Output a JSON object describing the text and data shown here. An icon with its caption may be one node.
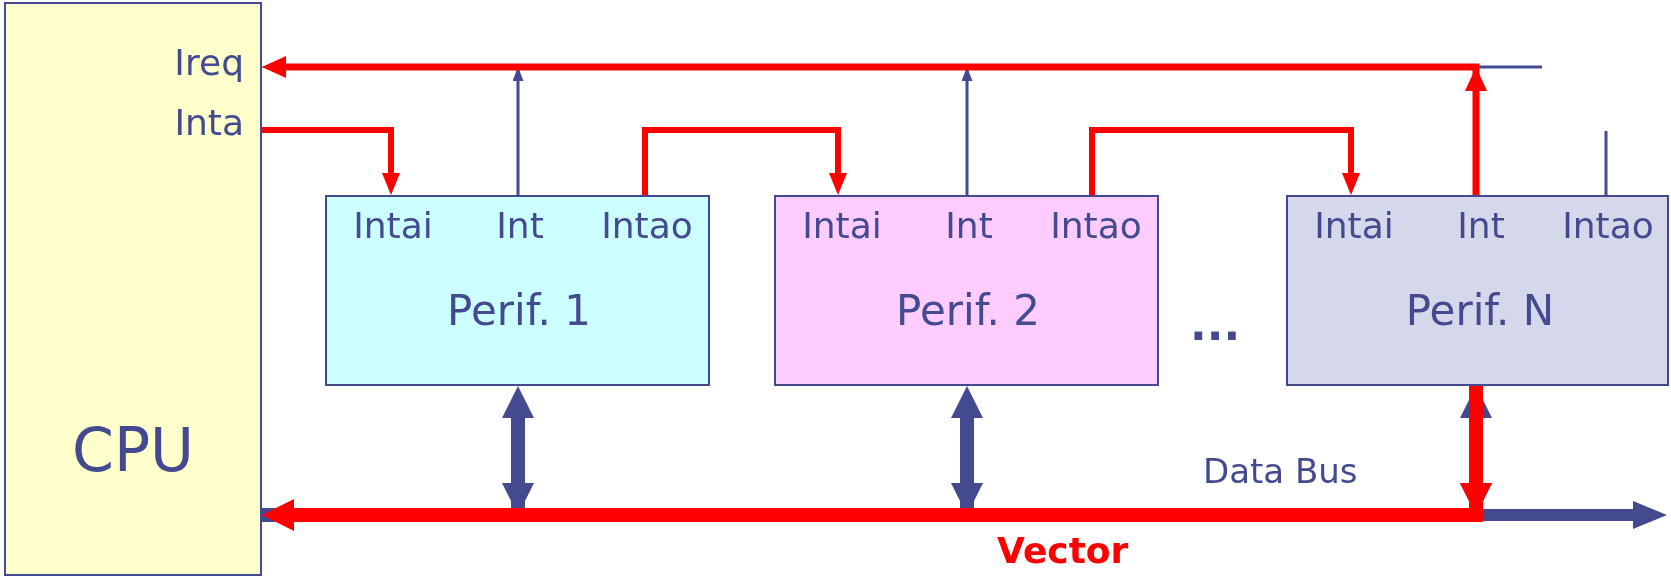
{
  "diagram": {
    "nodes": [
      {
        "text": [
          "Ireq",
          "Inta",
          "CPU"
        ]
      },
      {
        "text": [
          "Intai",
          "Int",
          "Intao",
          "Perif. 1"
        ]
      },
      {
        "text": [
          "Intai",
          "Int",
          "Intao",
          "Perif. 2"
        ]
      },
      {
        "text": [
          "Intai",
          "Int",
          "Intao",
          "Perif. N"
        ]
      }
    ],
    "edges": [
      {
        "from": 3,
        "to": 0,
        "arrow": "to",
        "color": "#ff0000"
      },
      {
        "from": 1,
        "to": 0,
        "arrow": "to",
        "color": "#434a8f"
      },
      {
        "from": 2,
        "to": 0,
        "arrow": "to",
        "color": "#434a8f"
      },
      {
        "from": 0,
        "to": 1,
        "arrow": "to",
        "color": "#ff0000"
      },
      {
        "from": 1,
        "to": 2,
        "arrow": "to",
        "color": "#ff0000"
      },
      {
        "from": 2,
        "to": 3,
        "arrow": "to",
        "color": "#ff0000"
      },
      {
        "from": 3,
        "to": null,
        "arrow": "none",
        "color": "#434a8f"
      },
      {
        "from": 0,
        "to": null,
        "arrow": "to",
        "style": "thick",
        "color": "#434a8f"
      },
      {
        "from": 0,
        "to": 1,
        "arrow": "to",
        "style": "thick",
        "color": "#434a8f"
      },
      {
        "from": 0,
        "to": 2,
        "arrow": "to",
        "style": "thick",
        "color": "#434a8f"
      },
      {
        "from": 0,
        "to": 3,
        "arrow": "to",
        "style": "thick",
        "color": "#434a8f"
      },
      {
        "from": 3,
        "to": 0,
        "arrow": "to",
        "style": "thick",
        "color": "#ff0000"
      }
    ],
    "labels": [
      "...",
      "Data Bus",
      "Vector"
    ]
  }
}
